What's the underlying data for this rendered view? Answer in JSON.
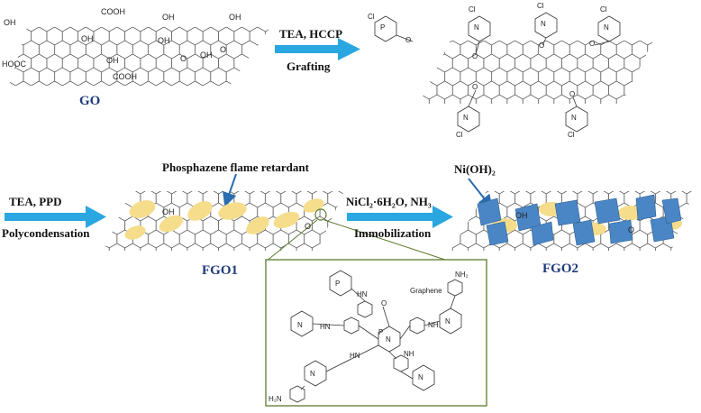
{
  "labels": {
    "go": "GO",
    "fgo1": "FGO1",
    "fgo2": "FGO2",
    "arrow1_top": "TEA, HCCP",
    "arrow1_bottom": "Grafting",
    "arrow2_top": "TEA, PPD",
    "arrow2_bottom": "Polycondensation",
    "arrow3_top": "NiCl₂·6H₂O, NH₃",
    "arrow3_bottom": "Immobilization",
    "phosphazene": "Phosphazene flame retardant",
    "nioh": "Ni(OH)₂"
  },
  "groups": {
    "oh": "OH",
    "cooh": "COOH",
    "hooc": "HOOC",
    "o": "O",
    "cl": "Cl",
    "p": "P",
    "n": "N",
    "hn": "HN",
    "nh": "NH",
    "nh2": "NH₂",
    "h2n": "H₂N",
    "graphene": "Graphene"
  },
  "colors": {
    "arrow": "#2aa6e0",
    "flake": "#f5dd8c",
    "nickel": "#4a86c5",
    "title": "#1f3a7a",
    "inset_border": "#5b7b2e"
  }
}
